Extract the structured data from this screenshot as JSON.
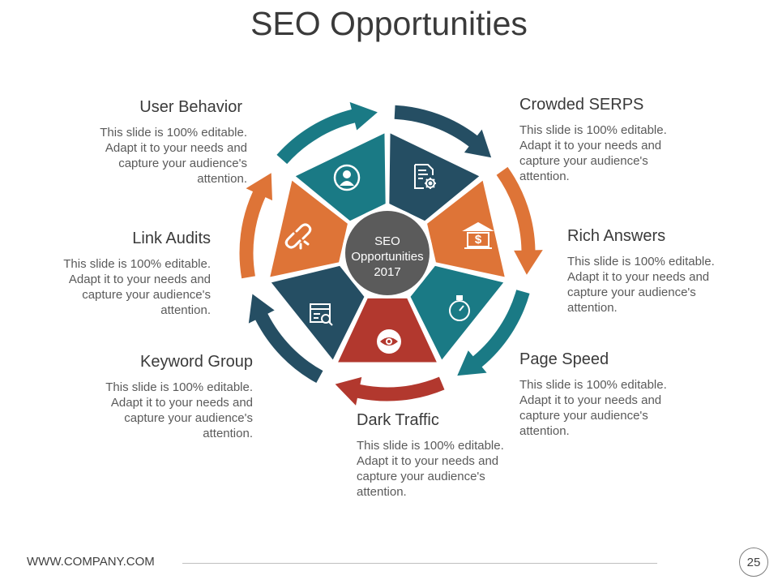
{
  "title": "SEO Opportunities",
  "center": {
    "line1": "SEO",
    "line2": "Opportunities",
    "line3": "2017"
  },
  "colors": {
    "teal": "#1a7a85",
    "navy": "#254e63",
    "orange": "#de7437",
    "red": "#b2382e",
    "center": "#5b5b5b"
  },
  "segments": [
    {
      "name": "Crowded SERPS",
      "icon": "document-gear-icon",
      "color": "#254e63"
    },
    {
      "name": "Rich Answers",
      "icon": "bank-dollar-icon",
      "color": "#de7437"
    },
    {
      "name": "Page Speed",
      "icon": "stopwatch-icon",
      "color": "#1a7a85"
    },
    {
      "name": "Dark Traffic",
      "icon": "eye-icon",
      "color": "#b2382e"
    },
    {
      "name": "Keyword Group",
      "icon": "browser-search-icon",
      "color": "#254e63"
    },
    {
      "name": "Link Audits",
      "icon": "broken-link-icon",
      "color": "#de7437"
    },
    {
      "name": "User Behavior",
      "icon": "user-icon",
      "color": "#1a7a85"
    }
  ],
  "blocks": [
    {
      "heading": "User Behavior",
      "text": "This slide is 100% editable. Adapt it to your needs and capture your audience's attention."
    },
    {
      "heading": "Crowded SERPS",
      "text": "This slide is 100% editable. Adapt it to your needs and capture your audience's attention."
    },
    {
      "heading": "Link Audits",
      "text": "This slide is 100% editable. Adapt it to your needs and capture your audience's attention."
    },
    {
      "heading": "Rich Answers",
      "text": "This slide is 100% editable. Adapt it to your needs and capture your audience's attention."
    },
    {
      "heading": "Keyword Group",
      "text": "This slide is 100% editable. Adapt it to your needs and capture your audience's attention."
    },
    {
      "heading": "Page Speed",
      "text": "This slide is 100% editable. Adapt it to your needs and capture your audience's attention."
    },
    {
      "heading": "Dark Traffic",
      "text": "This slide is 100% editable. Adapt it to your needs and capture your audience's attention."
    }
  ],
  "footer": {
    "url": "WWW.COMPANY.COM",
    "page": "25"
  }
}
